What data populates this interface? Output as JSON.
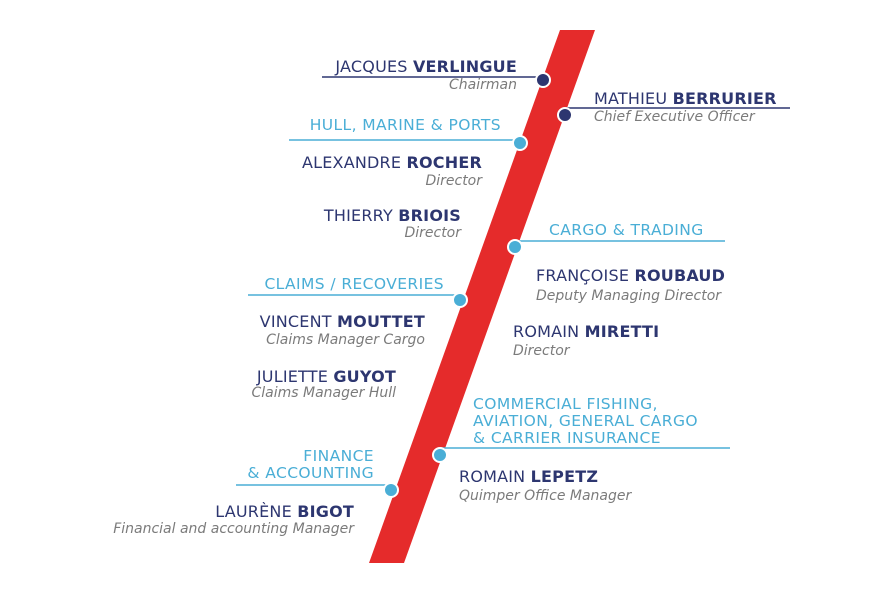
{
  "colors": {
    "band": "#e52b2b",
    "navy": "#2d3670",
    "light_blue": "#4aaed6",
    "gray_role": "#7b7b7b"
  },
  "people": {
    "chairman": {
      "first": "JACQUES",
      "last": "VERLINGUE",
      "role": "Chairman"
    },
    "ceo": {
      "first": "MATHIEU",
      "last": "BERRURIER",
      "role": "Chief Executive Officer"
    },
    "hull_director": {
      "first": "ALEXANDRE",
      "last": "ROCHER",
      "role": "Director"
    },
    "hull_director2": {
      "first": "THIERRY",
      "last": "BRIOIS",
      "role": "Director"
    },
    "cargo_deputy": {
      "first": "FRANÇOISE",
      "last": "ROUBAUD",
      "role": "Deputy Managing Director"
    },
    "cargo_director": {
      "first": "ROMAIN",
      "last": "MIRETTI",
      "role": "Director"
    },
    "claims_cargo": {
      "first": "VINCENT",
      "last": "MOUTTET",
      "role": "Claims Manager Cargo"
    },
    "claims_hull": {
      "first": "JULIETTE",
      "last": "GUYOT",
      "role": "Claims Manager Hull"
    },
    "quimper": {
      "first": "ROMAIN",
      "last": "LEPETZ",
      "role": "Quimper Office Manager"
    },
    "finance": {
      "first": "LAURÈNE",
      "last": "BIGOT",
      "role": "Financial and accounting Manager"
    }
  },
  "departments": {
    "hull": "HULL, MARINE & PORTS",
    "cargo": "CARGO & TRADING",
    "claims": "CLAIMS / RECOVERIES",
    "commercial": [
      "COMMERCIAL FISHING,",
      "AVIATION, GENERAL CARGO",
      "& CARRIER INSURANCE"
    ],
    "finance": [
      "FINANCE",
      "& ACCOUNTING"
    ]
  }
}
